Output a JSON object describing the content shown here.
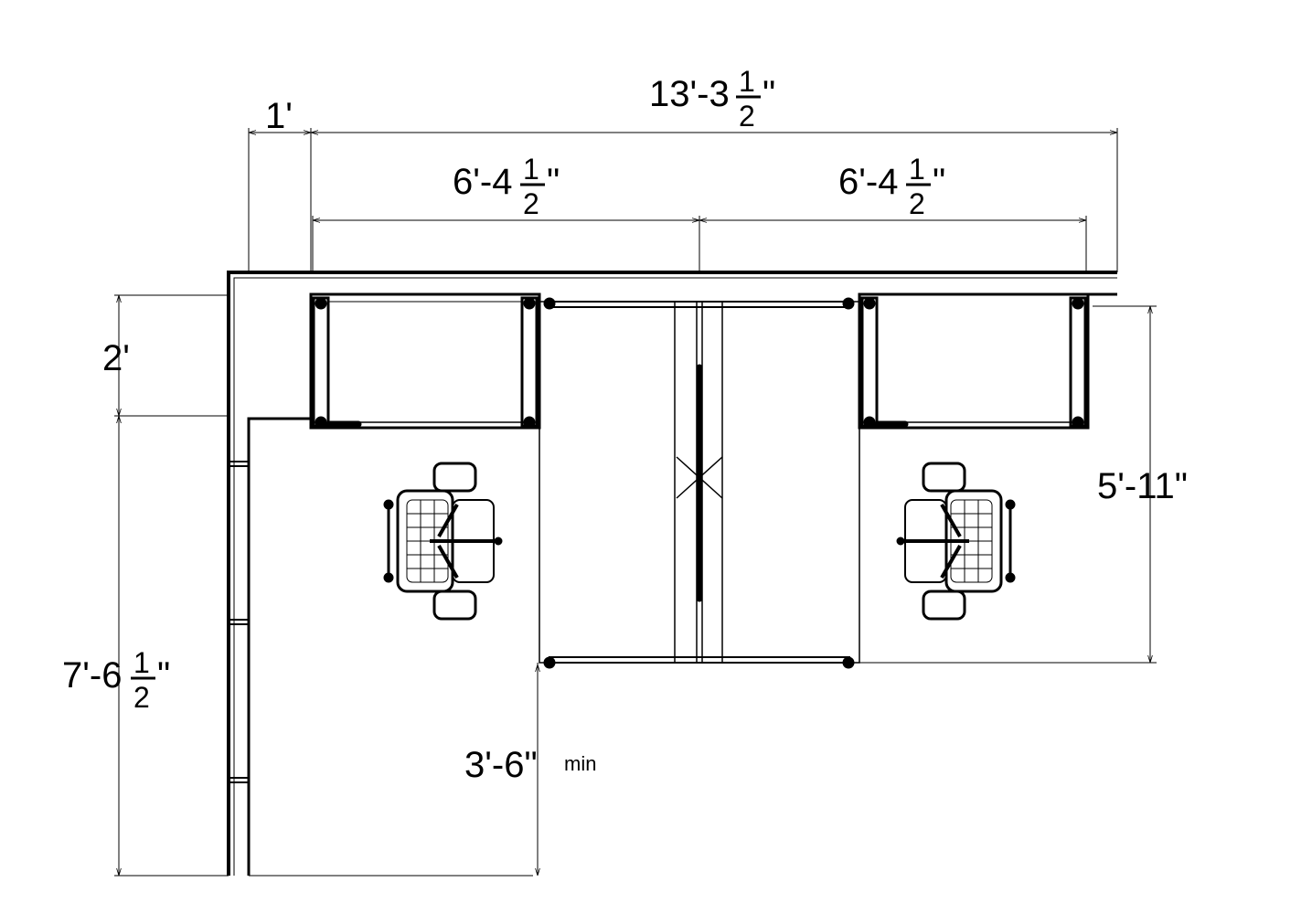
{
  "dimensions": {
    "top_offset": {
      "main": "1'"
    },
    "overall_width": {
      "main": "13'-3",
      "num": "1",
      "den": "2",
      "suffix": "\""
    },
    "left_desk_width": {
      "main": "6'-4",
      "num": "1",
      "den": "2",
      "suffix": "\""
    },
    "right_desk_width": {
      "main": "6'-4",
      "num": "1",
      "den": "2",
      "suffix": "\""
    },
    "left_return": {
      "main": "2'"
    },
    "left_depth": {
      "main": "7'-6",
      "num": "1",
      "den": "2",
      "suffix": "\""
    },
    "right_depth": {
      "main": "5'-11\""
    },
    "aisle": {
      "main": "3'-6\"",
      "note": "min"
    }
  },
  "colors": {
    "line": "#000000",
    "background": "#ffffff"
  }
}
